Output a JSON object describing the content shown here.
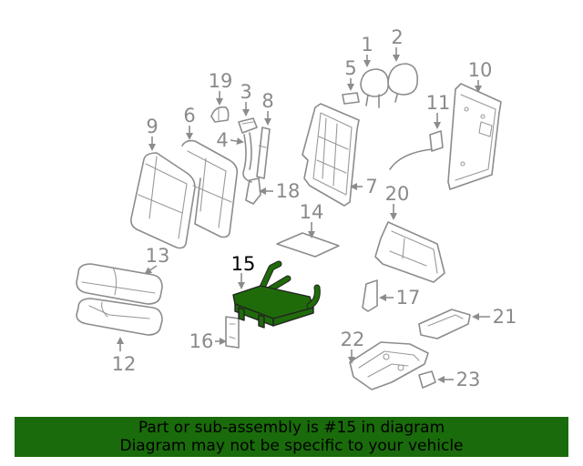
{
  "callouts": {
    "c1": "1",
    "c2": "2",
    "c3": "3",
    "c4": "4",
    "c5": "5",
    "c6": "6",
    "c7": "7",
    "c8": "8",
    "c9": "9",
    "c10": "10",
    "c11": "11",
    "c12": "12",
    "c13": "13",
    "c14": "14",
    "c15": "15",
    "c16": "16",
    "c17": "17",
    "c18": "18",
    "c19": "19",
    "c20": "20",
    "c21": "21",
    "c22": "22",
    "c23": "23"
  },
  "highlight": {
    "part": "15",
    "color": "#1a6b0b"
  },
  "banner": {
    "line1": "Part or sub-assembly is #15 in diagram",
    "line2": "Diagram may not be specific to your vehicle"
  }
}
